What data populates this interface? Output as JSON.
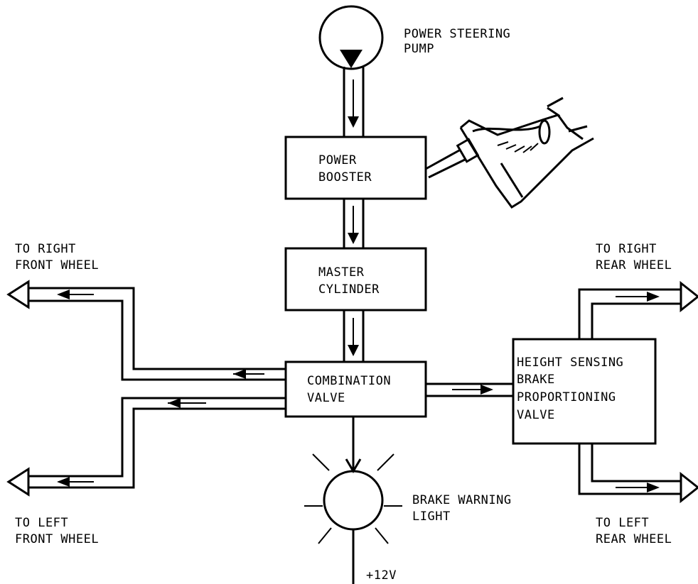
{
  "diagram": {
    "pump": {
      "line1": "POWER STEERING",
      "line2": "PUMP"
    },
    "booster": {
      "line1": "POWER",
      "line2": "BOOSTER"
    },
    "master": {
      "line1": "MASTER",
      "line2": "CYLINDER"
    },
    "combination": {
      "line1": "COMBINATION",
      "line2": "VALVE"
    },
    "height": {
      "line1": "HEIGHT SENSING",
      "line2": "BRAKE",
      "line3": "PROPORTIONING",
      "line4": "VALVE"
    },
    "warning": {
      "line1": "BRAKE WARNING",
      "line2": "LIGHT"
    },
    "voltage": "+12V",
    "right_front": {
      "line1": "TO RIGHT",
      "line2": "FRONT WHEEL"
    },
    "left_front": {
      "line1": "TO LEFT",
      "line2": "FRONT WHEEL"
    },
    "right_rear": {
      "line1": "TO RIGHT",
      "line2": "REAR WHEEL"
    },
    "left_rear": {
      "line1": "TO LEFT",
      "line2": "REAR WHEEL"
    }
  }
}
